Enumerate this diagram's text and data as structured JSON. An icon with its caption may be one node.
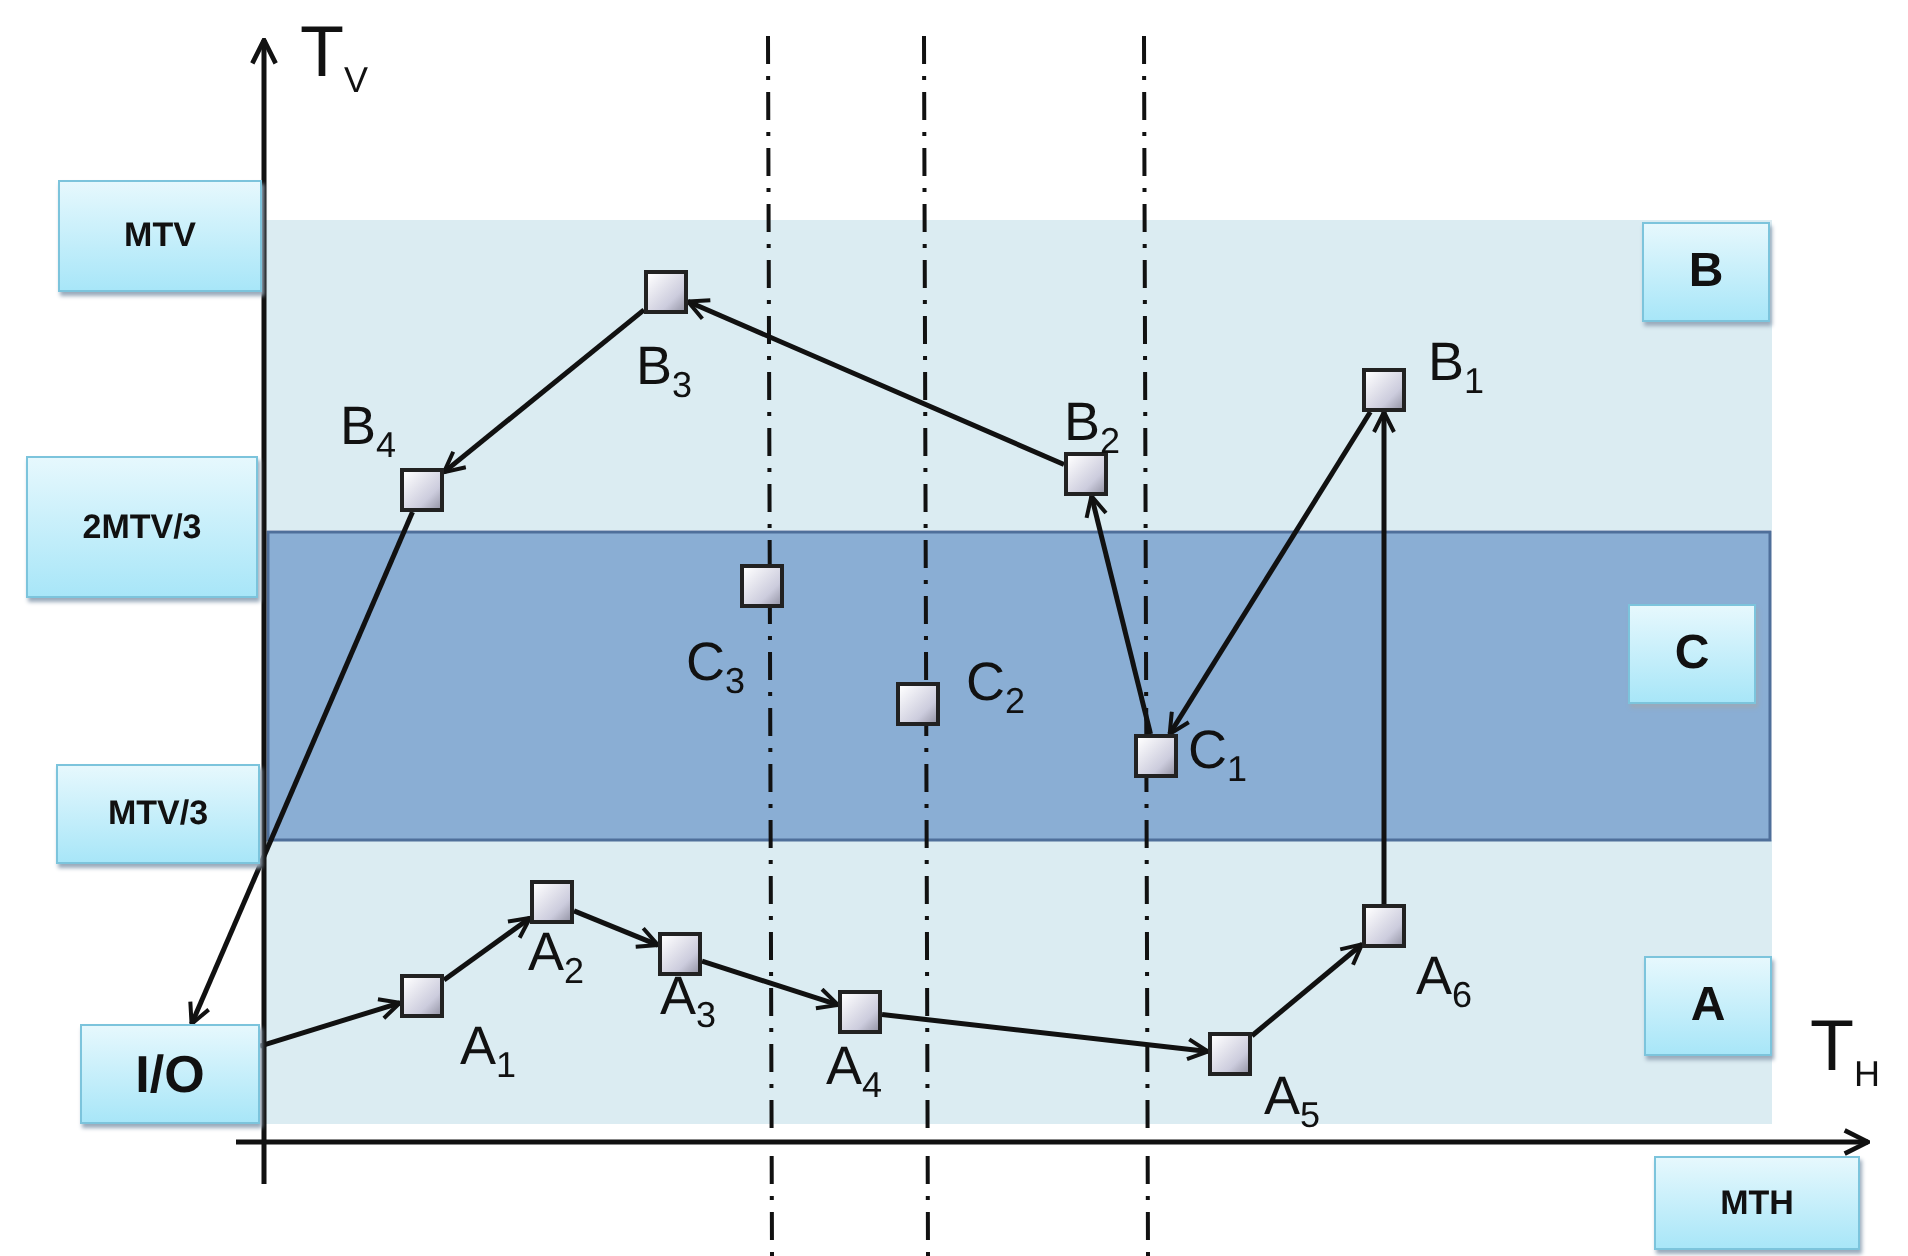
{
  "diagram": {
    "nodes": [
      {
        "text": [
          "MTV"
        ]
      },
      {
        "text": [
          "B"
        ]
      },
      {
        "text": [],
        "shape": "box",
        "beside": [
          "B$_{3}$"
        ]
      },
      {
        "text": [],
        "shape": "box",
        "beside": [
          "B$_{1}$"
        ]
      },
      {
        "text": [],
        "shape": "box",
        "beside": [
          "B$_{2}$"
        ]
      },
      {
        "text": [],
        "shape": "box",
        "beside": [
          "B$_{4}$"
        ]
      },
      {
        "text": [
          "2MTV/3"
        ]
      },
      {
        "text": [],
        "shape": "box",
        "beside": [
          "C$_{3}$"
        ]
      },
      {
        "text": [
          "C"
        ]
      },
      {
        "text": [],
        "shape": "box",
        "beside": [
          "C$_{2}$"
        ]
      },
      {
        "text": [],
        "shape": "box",
        "beside": [
          "C$_{1}$"
        ]
      },
      {
        "text": [
          "MTV/3"
        ]
      },
      {
        "text": [],
        "shape": "box",
        "beside": [
          "A$_{2}$"
        ]
      },
      {
        "text": [],
        "shape": "box",
        "beside": [
          "A$_{3}$"
        ]
      },
      {
        "text": [],
        "shape": "box",
        "beside": [
          "A$_{6}$"
        ]
      },
      {
        "text": [],
        "shape": "box",
        "beside": [
          "A$_{1}$"
        ]
      },
      {
        "text": [],
        "shape": "box",
        "beside": [
          "A$_{4}$"
        ]
      },
      {
        "text": [
          "A"
        ]
      },
      {
        "text": [
          "I/O"
        ]
      },
      {
        "text": [],
        "shape": "box",
        "beside": [
          "A$_{5}$"
        ]
      },
      {
        "text": [
          "MTH"
        ]
      }
    ],
    "edges": [
      {
        "from": 18,
        "to": 15,
        "arrow": "to"
      },
      {
        "from": 15,
        "to": 12,
        "arrow": "to"
      },
      {
        "from": 12,
        "to": 13,
        "arrow": "to"
      },
      {
        "from": 13,
        "to": 16,
        "arrow": "to"
      },
      {
        "from": 16,
        "to": 19,
        "arrow": "to"
      },
      {
        "from": 19,
        "to": 14,
        "arrow": "to"
      },
      {
        "from": 14,
        "to": 3,
        "arrow": "to"
      },
      {
        "from": 3,
        "to": 10,
        "arrow": "to"
      },
      {
        "from": 10,
        "to": 4,
        "arrow": "to"
      },
      {
        "from": 4,
        "to": 2,
        "arrow": "to"
      },
      {
        "from": 2,
        "to": 5,
        "arrow": "to"
      },
      {
        "from": 5,
        "to": 18,
        "arrow": "to"
      }
    ],
    "labels": [
      "T$_{V}$",
      "T$_{H}$"
    ]
  }
}
